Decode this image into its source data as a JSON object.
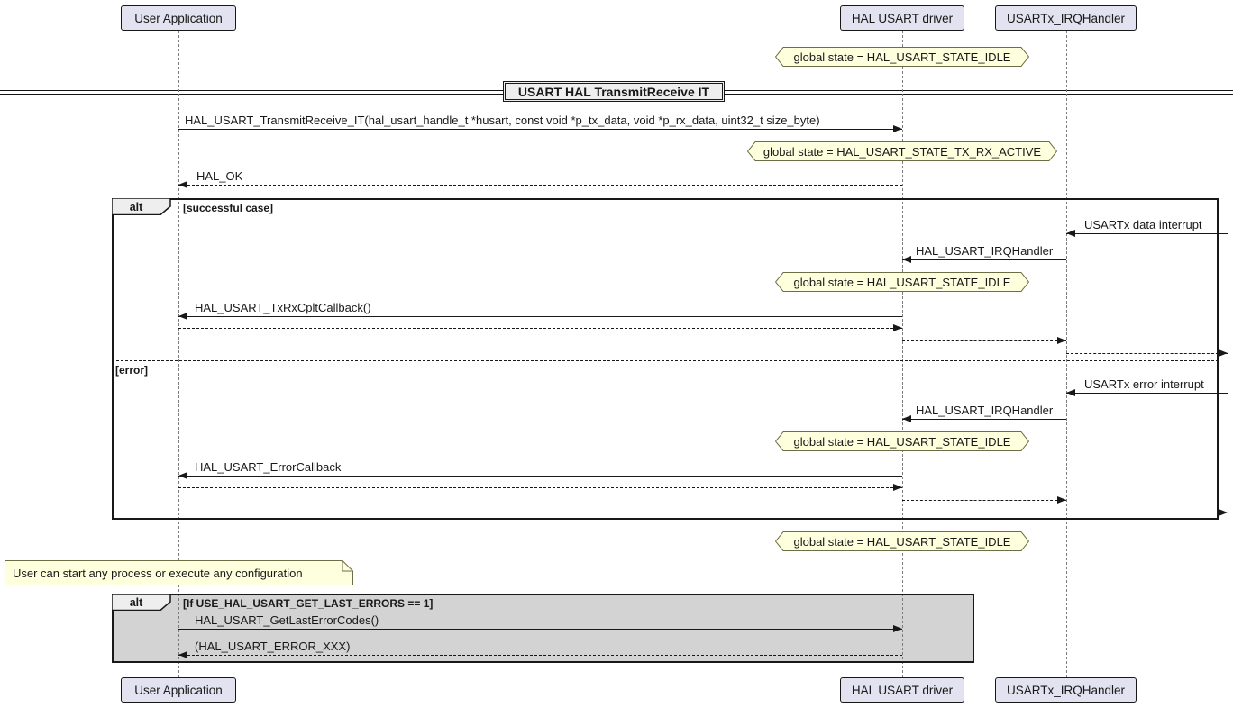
{
  "participants": {
    "user_app": "User Application",
    "hal_driver": "HAL USART driver",
    "irq_handler": "USARTx_IRQHandler"
  },
  "title": "USART HAL TransmitReceive IT",
  "notes": {
    "state_idle": "global state = HAL_USART_STATE_IDLE",
    "state_tx_rx_active": "global state = HAL_USART_STATE_TX_RX_ACTIVE",
    "user_process": "User can start any process or execute any configuration"
  },
  "messages": {
    "transmit_receive_it": "HAL_USART_TransmitReceive_IT(hal_usart_handle_t *husart, const void *p_tx_data, void *p_rx_data, uint32_t size_byte)",
    "hal_ok": "HAL_OK",
    "data_interrupt": "USARTx data interrupt",
    "irq_handler_call": "HAL_USART_IRQHandler",
    "txrx_cplt_callback": "HAL_USART_TxRxCpltCallback()",
    "error_interrupt": "USARTx error interrupt",
    "error_callback": "HAL_USART_ErrorCallback",
    "get_last_error_codes": "HAL_USART_GetLastErrorCodes()",
    "error_xxx_return": "(HAL_USART_ERROR_XXX)"
  },
  "frames": {
    "operator": "alt",
    "guard_success": "[successful case]",
    "guard_error": "[error]",
    "guard_last_errors": "[If USE_HAL_USART_GET_LAST_ERRORS == 1]"
  },
  "colors": {
    "participant_fill": "#E2E2F0",
    "note_fill": "#FEFFDD",
    "note_border": "#6e6e46",
    "frame_label_fill": "#EEEEEE",
    "alt2_fill": "#D3D3D3",
    "line": "#181818"
  }
}
